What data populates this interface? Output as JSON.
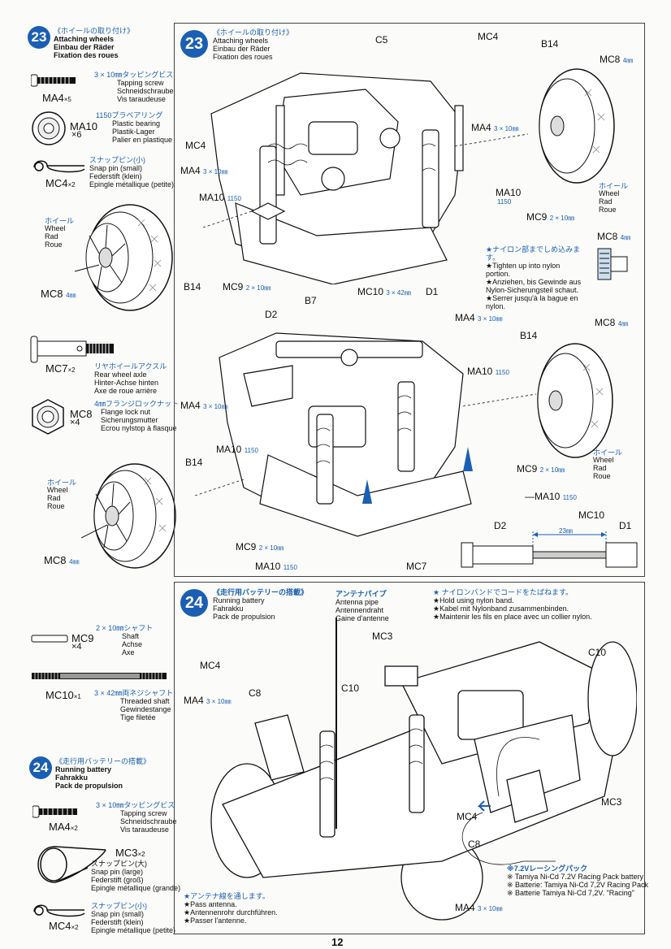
{
  "page_number": "12",
  "sidebar": {
    "step23": {
      "num": "23",
      "title_jp": "《ホイールの取り付け》",
      "title_en": "Attaching wheels",
      "title_de": "Einbau der Räder",
      "title_fr": "Fixation des roues",
      "parts": [
        {
          "code": "MA4",
          "qty": "×5",
          "spec_jp": "3 × 10㎜タッピングビス",
          "en": "Tapping screw",
          "de": "Schneidschraube",
          "fr": "Vis taraudeuse"
        },
        {
          "code": "MA10",
          "qty": "×6",
          "spec_jp": "1150プラベアリング",
          "en": "Plastic bearing",
          "de": "Plastik-Lager",
          "fr": "Palier en plastique"
        },
        {
          "code": "MC4",
          "qty": "×2",
          "spec_jp": "スナップピン(小)",
          "en": "Snap pin (small)",
          "de": "Federstift (klein)",
          "fr": "Epingle métallique (petite)"
        },
        {
          "code": "MC7",
          "qty": "×2",
          "spec_jp": "リヤホイールアクスル",
          "en": "Rear wheel axle",
          "de": "Hinter-Achse hinten",
          "fr": "Axe de roue arrière"
        },
        {
          "code": "MC8",
          "qty": "×4",
          "spec_jp": "4㎜フランジロックナット",
          "en": "Flange lock nut",
          "de": "Sicherungsmutter",
          "fr": "Ecrou nylstop à flasque"
        },
        {
          "code": "MC9",
          "qty": "×4",
          "spec_jp": "2 × 10㎜シャフト",
          "en": "Shaft",
          "de": "Achse",
          "fr": "Axe"
        },
        {
          "code": "MC10",
          "qty": "×1",
          "spec_jp": "3 × 42㎜両ネジシャフト",
          "en": "Threaded shaft",
          "de": "Gewindestange",
          "fr": "Tige filetée"
        }
      ]
    },
    "step24": {
      "num": "24",
      "title_jp": "《走行用バッテリーの搭載》",
      "title_en": "Running battery",
      "title_de": "Fahrakku",
      "title_fr": "Pack de propulsion",
      "parts": [
        {
          "code": "MA4",
          "qty": "×2",
          "spec_jp": "3 × 10㎜タッピングビス",
          "en": "Tapping screw",
          "de": "Schneidschraube",
          "fr": "Vis taraudeuse"
        },
        {
          "code": "MC3",
          "qty": "×2",
          "spec_jp": "スナップピン(大)",
          "en": "Snap pin (large)",
          "de": "Federstift (groß)",
          "fr": "Epingle métallique (grande)"
        },
        {
          "code": "MC4",
          "qty": "×2",
          "spec_jp": "スナップピン(小)",
          "en": "Snap pin (small)",
          "de": "Federstift (klein)",
          "fr": "Epingle métallique (petite)"
        }
      ]
    }
  },
  "panel23": {
    "num": "23",
    "title_jp": "《ホイールの取り付け》",
    "title_en": "Attaching wheels",
    "title_de": "Einbau der Räder",
    "title_fr": "Fixation des roues",
    "wheel_note": {
      "jp": "ホイール",
      "en": "Wheel",
      "de": "Rad",
      "fr": "Roue"
    },
    "nylon_note": {
      "jp": "★ナイロン部までしめ込みます。",
      "en": "★Tighten up into nylon portion.",
      "de": "★Anziehen, bis Gewinde aus Nylon-Sicherungsteil schaut.",
      "fr": "★Serrer jusqu'à la bague en nylon."
    },
    "labels": {
      "c5": "C5",
      "mc4": "MC4",
      "b14": "B14",
      "mc8": "MC8",
      "mc8_size": "4㎜",
      "ma4": "MA4",
      "ma4_size": "3 × 10㎜",
      "ma10": "MA10",
      "ma10_size": "1150",
      "mc9": "MC9",
      "mc9_size": "2 × 10㎜",
      "mc10": "MC10",
      "mc10_size": "3 × 42㎜",
      "d1": "D1",
      "d2": "D2",
      "b7": "B7",
      "mc7": "MC7",
      "dim": "23㎜"
    }
  },
  "panel24": {
    "num": "24",
    "title_jp": "《走行用バッテリーの搭載》",
    "title_en": "Running battery",
    "title_de": "Fahrakku",
    "title_fr": "Pack de propulsion",
    "antenna": {
      "jp": "アンテナパイプ",
      "en": "Antenna pipe",
      "de": "Antennendraht",
      "fr": "Gaine d'antenne"
    },
    "nylon_band": {
      "jp": "★ ナイロンバンドでコードをたばねます。",
      "en": "★Hold using nylon band.",
      "de": "★Kabel mit Nylonband zusammenbinden.",
      "fr": "★Maintenir les fils en place avec un collier nylon."
    },
    "pass_antenna": {
      "jp": "★アンテナ線を通します。",
      "en": "★Pass antenna.",
      "de": "★Antennenrohr durchführen.",
      "fr": "★Passer l'antenne."
    },
    "battery": {
      "jp": "※7.2Vレーシングパック",
      "en": "※ Tamiya Ni-Cd 7.2V Racing Pack battery",
      "de": "※ Batterie: Tamiya Ni-Cd 7,2V Racing Pack",
      "fr": "※ Batterie Tamiya Ni-Cd 7,2V. \"Racing\""
    },
    "labels": {
      "mc3": "MC3",
      "mc4": "MC4",
      "c8": "C8",
      "c10": "C10",
      "ma4": "MA4",
      "ma4_size": "3 × 10㎜"
    }
  }
}
